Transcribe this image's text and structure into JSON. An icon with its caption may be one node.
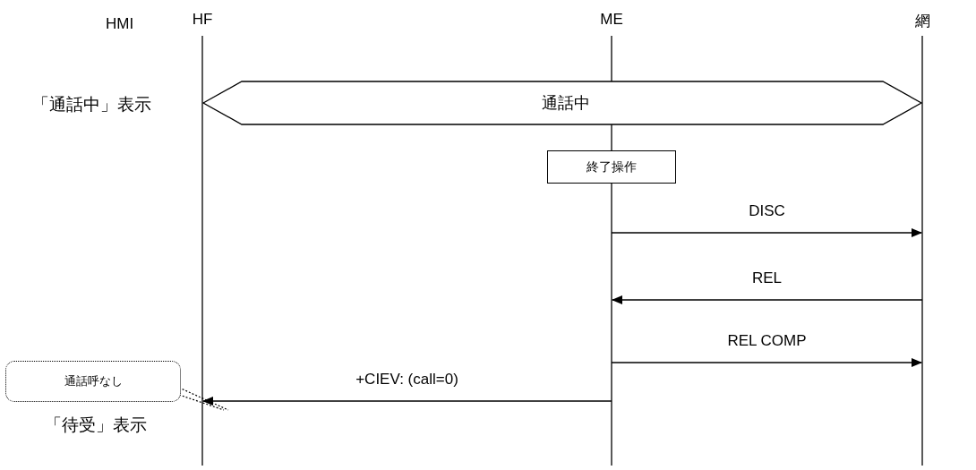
{
  "diagram": {
    "nodes": [
      {
        "text": [
          "HF"
        ]
      },
      {
        "text": [
          "ME"
        ]
      },
      {
        "text": [
          "網"
        ]
      },
      {
        "text": [
          "通話中"
        ]
      },
      {
        "text": [
          "終了操作"
        ]
      },
      {
        "text": [
          "通話呼なし"
        ]
      }
    ],
    "edges": [
      {
        "from": 1,
        "to": 2,
        "arrow": "to",
        "label": "DISC"
      },
      {
        "from": 2,
        "to": 1,
        "arrow": "to",
        "label": "REL"
      },
      {
        "from": 1,
        "to": 2,
        "arrow": "to",
        "label": "REL COMP"
      },
      {
        "from": 1,
        "to": 0,
        "arrow": "to",
        "label": "+CIEV: (call=0)"
      },
      {
        "from": 5,
        "to": null,
        "arrow": "none",
        "style": "dashed"
      }
    ],
    "labels": [
      "HMI",
      "「通話中」表示",
      "「待受」表示"
    ]
  }
}
